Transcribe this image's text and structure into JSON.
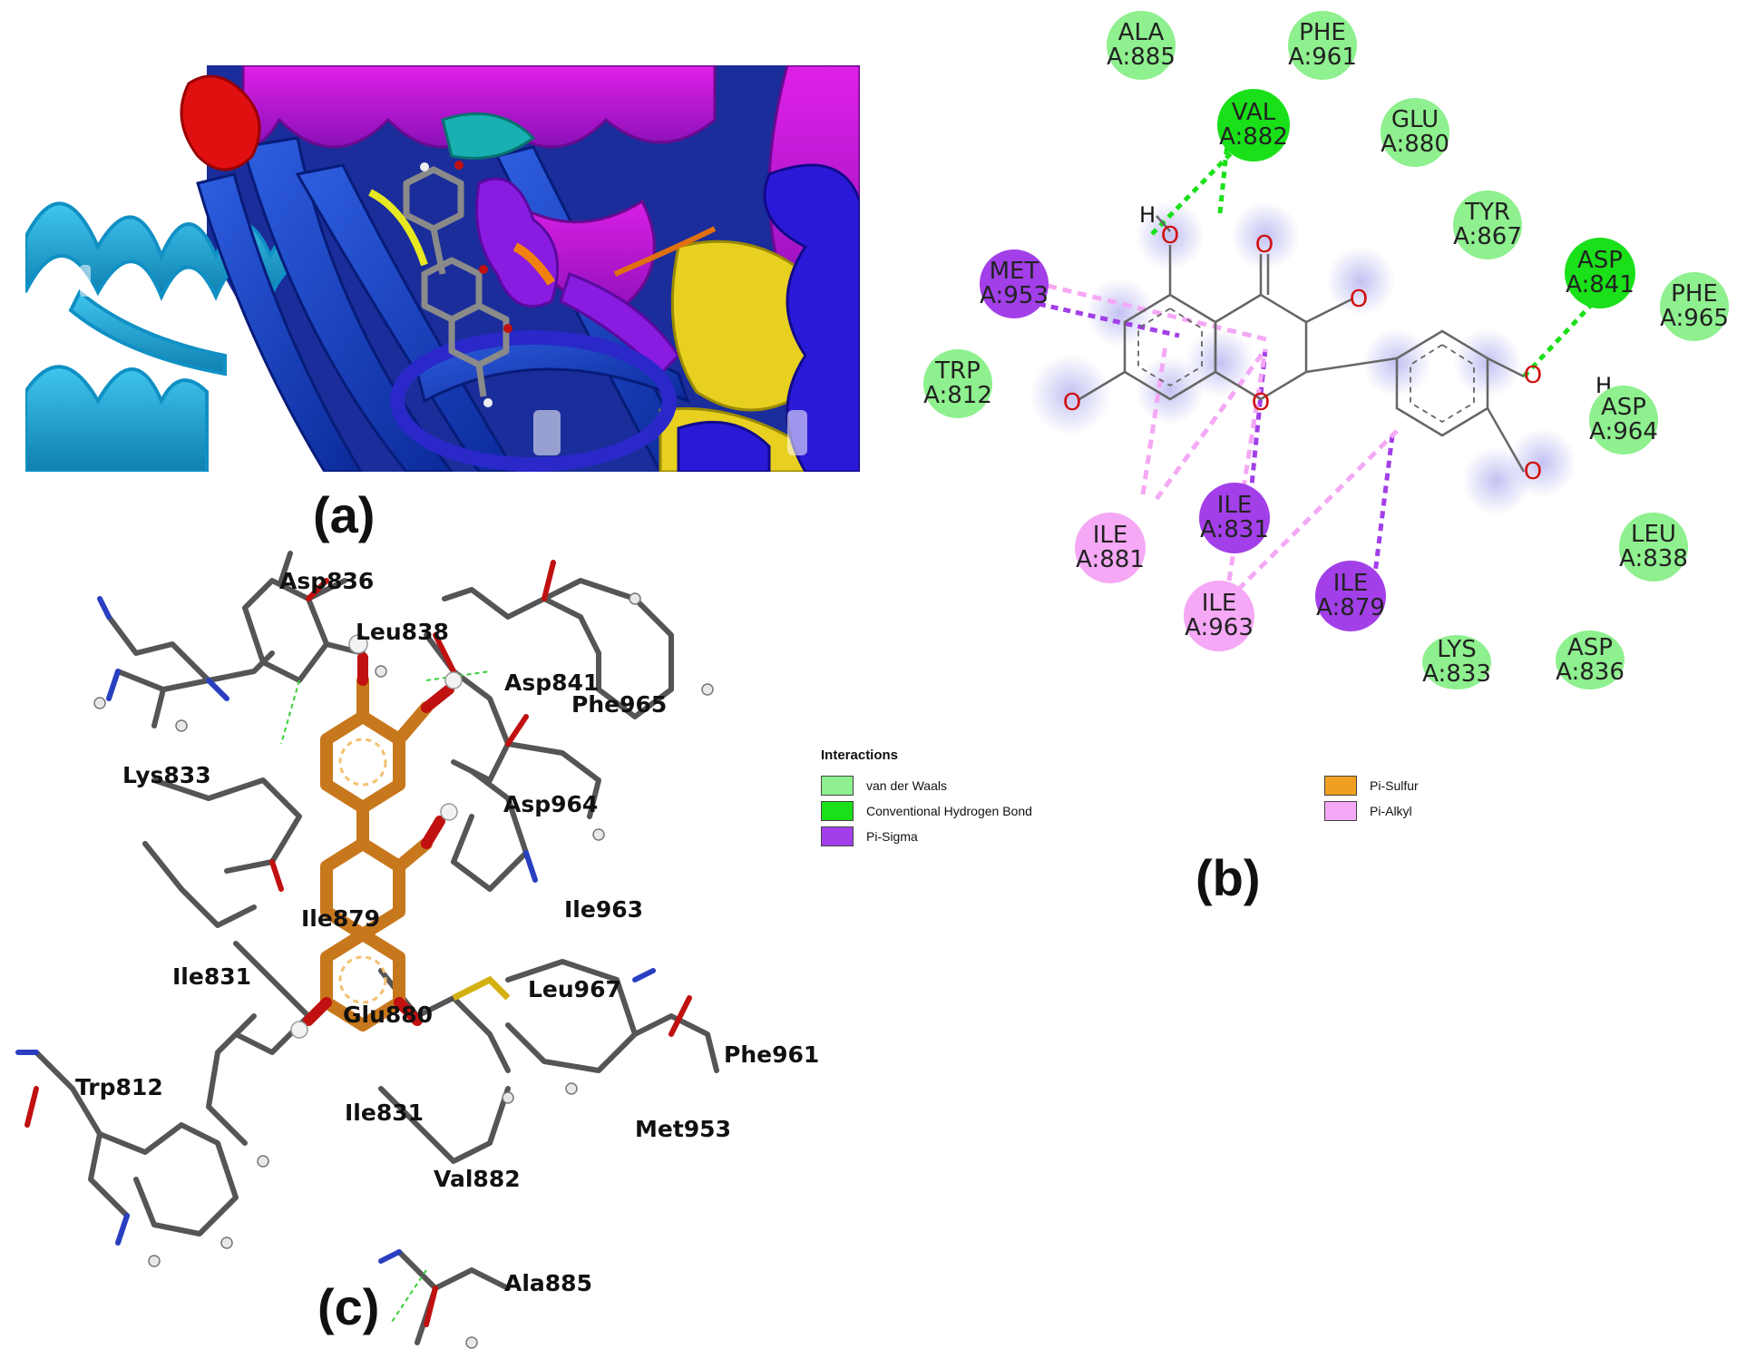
{
  "captions": {
    "a": "(a)",
    "b": "(b)",
    "c": "(c)"
  },
  "colors": {
    "van_der_waals": "#8ef08e",
    "conventional_hbond": "#19e019",
    "pi_sigma": "#a23fe8",
    "pi_sulfur": "#f0a020",
    "pi_alkyl": "#f5a8f5"
  },
  "panel_b": {
    "residues": [
      {
        "name": "ALA",
        "id": "A:885",
        "type": "van_der_waals"
      },
      {
        "name": "PHE",
        "id": "A:961",
        "type": "van_der_waals"
      },
      {
        "name": "VAL",
        "id": "A:882",
        "type": "conventional_hbond"
      },
      {
        "name": "GLU",
        "id": "A:880",
        "type": "van_der_waals"
      },
      {
        "name": "TYR",
        "id": "A:867",
        "type": "van_der_waals"
      },
      {
        "name": "ASP",
        "id": "A:841",
        "type": "conventional_hbond"
      },
      {
        "name": "PHE",
        "id": "A:965",
        "type": "van_der_waals"
      },
      {
        "name": "MET",
        "id": "A:953",
        "type": "pi_sigma"
      },
      {
        "name": "TRP",
        "id": "A:812",
        "type": "van_der_waals"
      },
      {
        "name": "ASP",
        "id": "A:964",
        "type": "van_der_waals"
      },
      {
        "name": "ILE",
        "id": "A:831",
        "type": "pi_sigma"
      },
      {
        "name": "ILE",
        "id": "A:881",
        "type": "pi_alkyl"
      },
      {
        "name": "LEU",
        "id": "A:838",
        "type": "van_der_waals"
      },
      {
        "name": "ILE",
        "id": "A:963",
        "type": "pi_alkyl"
      },
      {
        "name": "ILE",
        "id": "A:879",
        "type": "pi_sigma"
      },
      {
        "name": "LYS",
        "id": "A:833",
        "type": "van_der_waals"
      },
      {
        "name": "ASP",
        "id": "A:836",
        "type": "van_der_waals"
      }
    ],
    "atoms": {
      "oxygen": "O",
      "hydrogen": "H"
    },
    "legend": {
      "title": "Interactions",
      "items": [
        {
          "label": "van der Waals",
          "type": "van_der_waals"
        },
        {
          "label": "Conventional Hydrogen Bond",
          "type": "conventional_hbond"
        },
        {
          "label": "Pi-Sigma",
          "type": "pi_sigma"
        },
        {
          "label": "Pi-Sulfur",
          "type": "pi_sulfur"
        },
        {
          "label": "Pi-Alkyl",
          "type": "pi_alkyl"
        }
      ]
    }
  },
  "panel_c": {
    "labels": [
      "Asp836",
      "Leu838",
      "Asp841",
      "Phe965",
      "Lys833",
      "Asp964",
      "Ile879",
      "Ile963",
      "Ile831",
      "Leu967",
      "Phe961",
      "Trp812",
      "Glu880",
      "Ile831",
      "Met953",
      "Val882",
      "Ala885"
    ]
  }
}
